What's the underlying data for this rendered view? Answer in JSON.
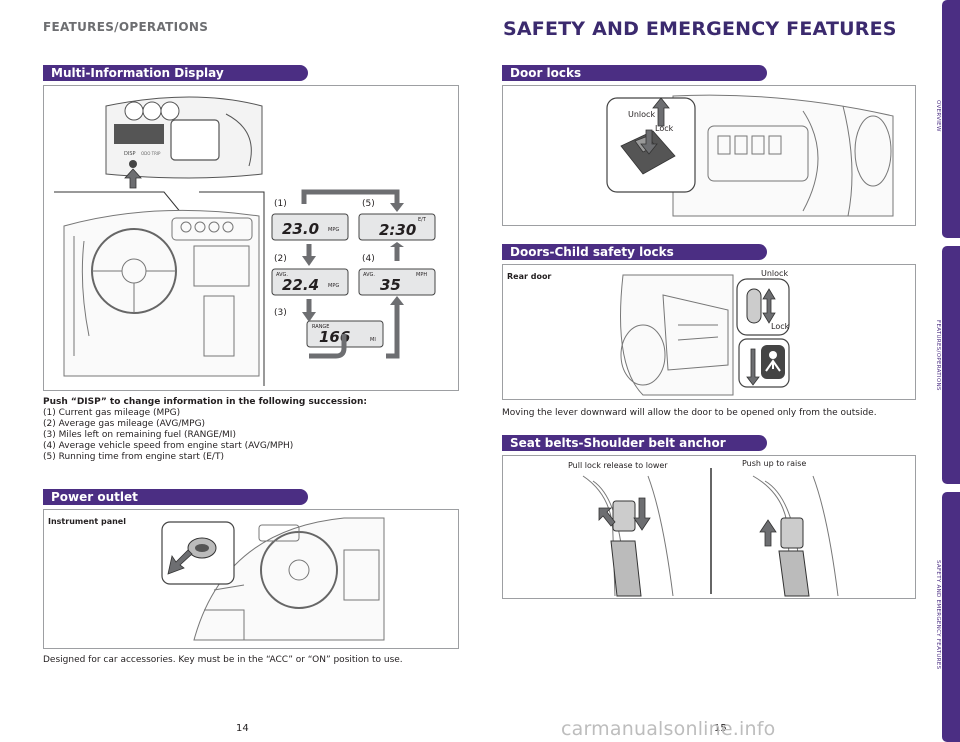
{
  "header": {
    "left": "FEATURES/OPERATIONS",
    "right": "SAFETY AND EMERGENCY FEATURES"
  },
  "mid": {
    "title": "Multi-Information Display",
    "dial_labels": {
      "disp": "DISP",
      "trip": "ODO TRIP"
    },
    "screens": [
      {
        "id": "(1)",
        "value": "23.0",
        "unit": "MPG",
        "top": ""
      },
      {
        "id": "(2)",
        "value": "22.4",
        "unit": "MPG",
        "top": "AVG."
      },
      {
        "id": "(3)",
        "value": "166",
        "unit": "MI",
        "top": "RANGE"
      },
      {
        "id": "(4)",
        "value": "35",
        "unit": "MPH",
        "top": "AVG."
      },
      {
        "id": "(5)",
        "value": "2:30",
        "unit": "",
        "top": "E/T"
      }
    ],
    "intro": "Push “DISP” to change information in the following succession:",
    "items": [
      "(1) Current gas mileage (MPG)",
      "(2) Average gas mileage (AVG/MPG)",
      "(3) Miles left on remaining fuel (RANGE/MI)",
      "(4) Average vehicle speed from engine start (AVG/MPH)",
      "(5) Running time from engine start (E/T)"
    ]
  },
  "power": {
    "title": "Power outlet",
    "label": "Instrument panel",
    "caption": "Designed for car accessories. Key must be in the “ACC” or “ON” position to use."
  },
  "door_locks": {
    "title": "Door locks",
    "unlock": "Unlock",
    "lock": "Lock"
  },
  "child_locks": {
    "title": "Doors-Child safety locks",
    "label": "Rear door",
    "unlock": "Unlock",
    "lock": "Lock",
    "caption": "Moving the lever downward will allow the door to be opened only from the outside."
  },
  "seat_belts": {
    "title": "Seat belts-Shoulder belt anchor",
    "left_label": "Pull lock release to lower",
    "right_label": "Push up to raise"
  },
  "side_tabs": {
    "overview": "OVERVIEW",
    "features": "FEATURES/OPERATIONS",
    "safety": "SAFETY AND EMERGENCY FEATURES"
  },
  "page_numbers": {
    "left": "14",
    "right": "15"
  },
  "watermark": "carmanualsonline.info",
  "colors": {
    "accent": "#4b2e83",
    "arrow": "#6d6e71",
    "frame": "#9d9fa2"
  }
}
